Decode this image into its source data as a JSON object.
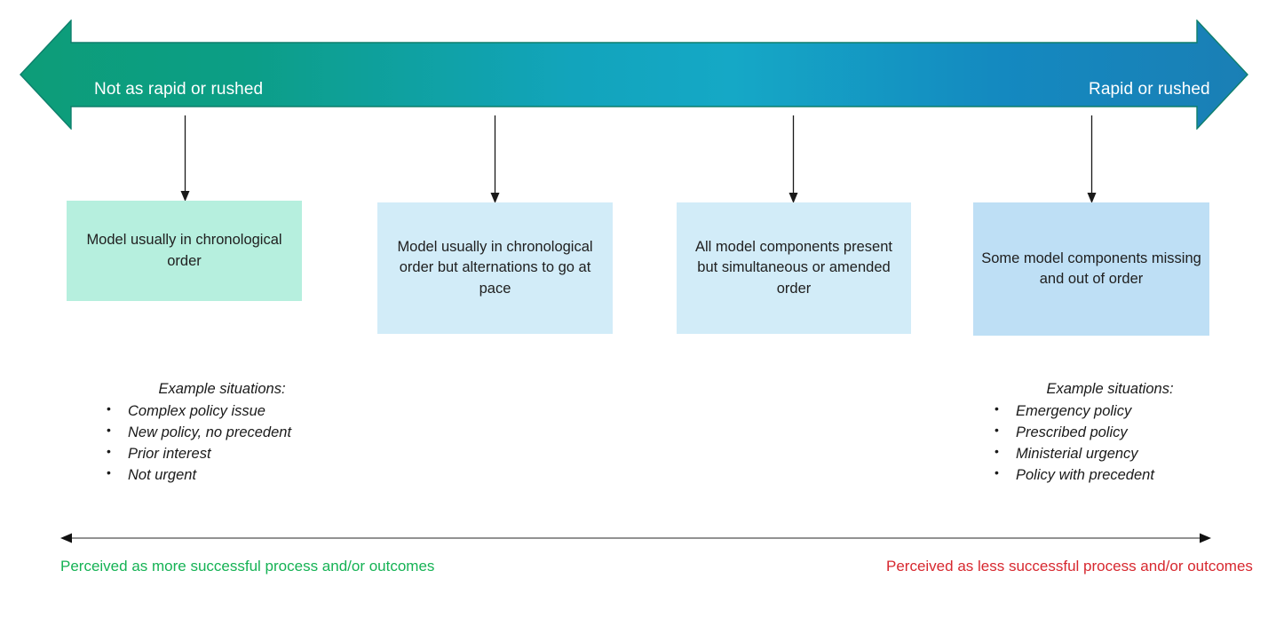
{
  "spectrum": {
    "left_label": "Not as rapid or rushed",
    "right_label": "Rapid or rushed",
    "gradient_start": "#0D9D78",
    "gradient_mid": "#15A8C6",
    "gradient_end": "#1A7FB5",
    "outline_color": "#0E7F6B"
  },
  "categories": [
    {
      "id": "cat-1",
      "text": "Model usually in chronological order",
      "fill": "#B6EFDE"
    },
    {
      "id": "cat-2",
      "text": "Model usually in chronological order but alternations to go at pace",
      "fill": "#D2ECF8"
    },
    {
      "id": "cat-3",
      "text": "All model components present but simultaneous or amended order",
      "fill": "#D2ECF8"
    },
    {
      "id": "cat-4",
      "text": "Some model components missing and out of order",
      "fill": "#BEDFF5"
    }
  ],
  "examples_left": {
    "title": "Example situations:",
    "items": [
      "Complex policy issue",
      "New policy, no precedent",
      "Prior interest",
      "Not urgent"
    ]
  },
  "examples_right": {
    "title": "Example situations:",
    "items": [
      "Emergency policy",
      "Prescribed policy",
      "Ministerial urgency",
      "Policy with precedent"
    ]
  },
  "perception": {
    "left_text": "Perceived as more successful process and/or outcomes",
    "right_text": "Perceived as less successful process and/or outcomes",
    "left_color": "#15B254",
    "right_color": "#D7282F",
    "axis_color": "#6E6E6E"
  }
}
